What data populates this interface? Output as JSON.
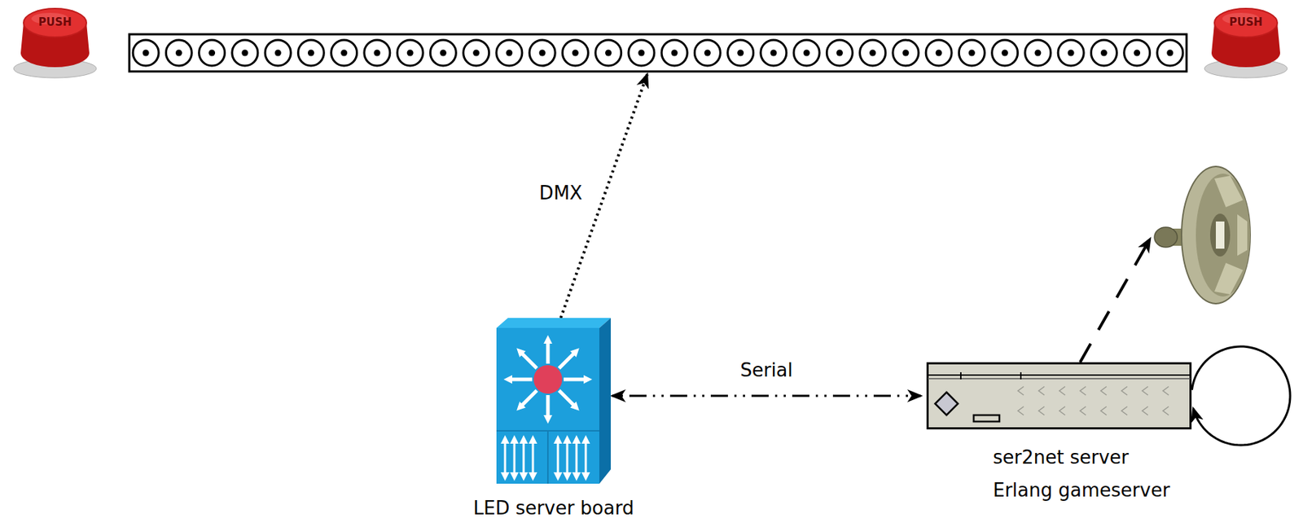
{
  "diagram": {
    "nodes": [
      {
        "text": [
          "LED server board"
        ]
      },
      {
        "text": [
          "ser2net server",
          "Erlang gameserver"
        ]
      }
    ],
    "edges": [
      {
        "from": 0,
        "to": 1,
        "label": "Serial",
        "arrow": "both"
      },
      {
        "from": 1,
        "to": 1,
        "arrow": "to"
      }
    ],
    "labels": [
      "PUSH",
      "PUSH",
      "DMX"
    ]
  }
}
